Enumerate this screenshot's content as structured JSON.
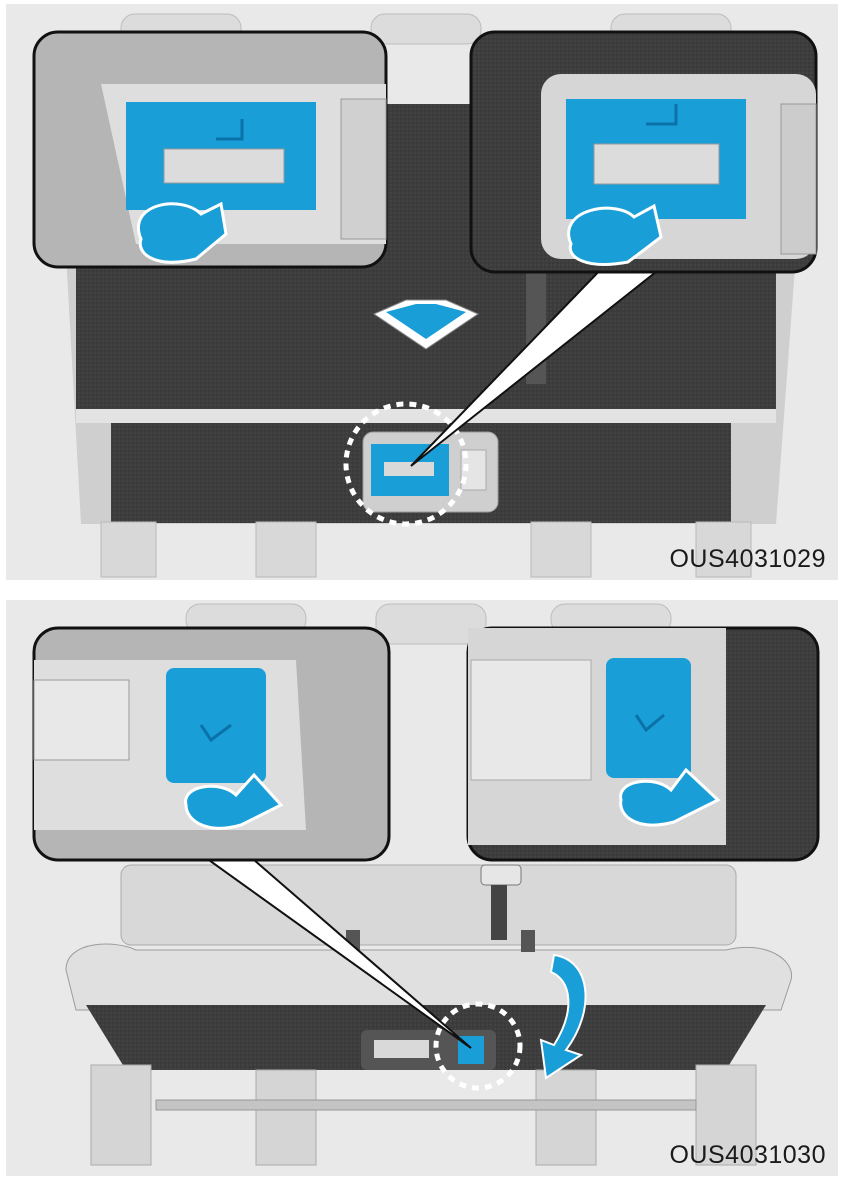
{
  "figures": [
    {
      "id": "top",
      "caption": "OUS4031029"
    },
    {
      "id": "bottom",
      "caption": "OUS4031030"
    }
  ],
  "colors": {
    "accent": "#1a9ed8",
    "accent_dark": "#0a72a8",
    "seat_dark": "#3b3b3b",
    "seat_light": "#d6d6d6",
    "background": "#e9e9e9"
  },
  "icons": [
    "seat-fold-icon",
    "seat-tumble-icon",
    "push-down-arrow-icon",
    "curved-pull-arrow-icon",
    "fold-down-arrow-icon"
  ]
}
